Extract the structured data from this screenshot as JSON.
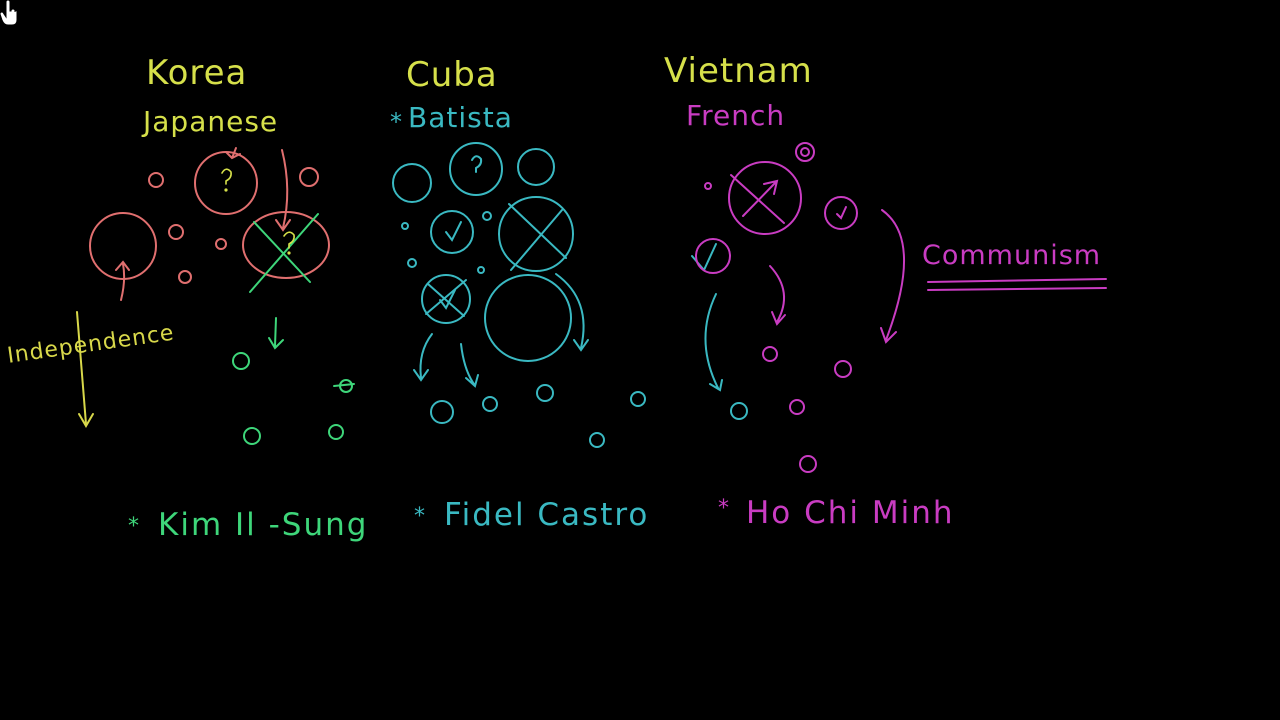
{
  "palette": {
    "background": "#000000",
    "title": "#d6e04a",
    "korea": "#e06f6f",
    "korea_lead": "#3ed67a",
    "cuba": "#3ab9c2",
    "vietnam": "#c93cc2",
    "independence": "#d8d84a"
  },
  "columns": [
    {
      "title": "Korea",
      "ruler": "Japanese",
      "leader": "Kim Il -Sung"
    },
    {
      "title": "Cuba",
      "ruler": "Batista",
      "leader": "Fidel Castro"
    },
    {
      "title": "Vietnam",
      "ruler": "French",
      "leader": "Ho Chi Minh"
    }
  ],
  "notes": {
    "independence": "Independence",
    "communism": "Communism"
  },
  "marks": {
    "star": "*"
  },
  "icons": {
    "cursor": "hand-pointer-icon"
  }
}
